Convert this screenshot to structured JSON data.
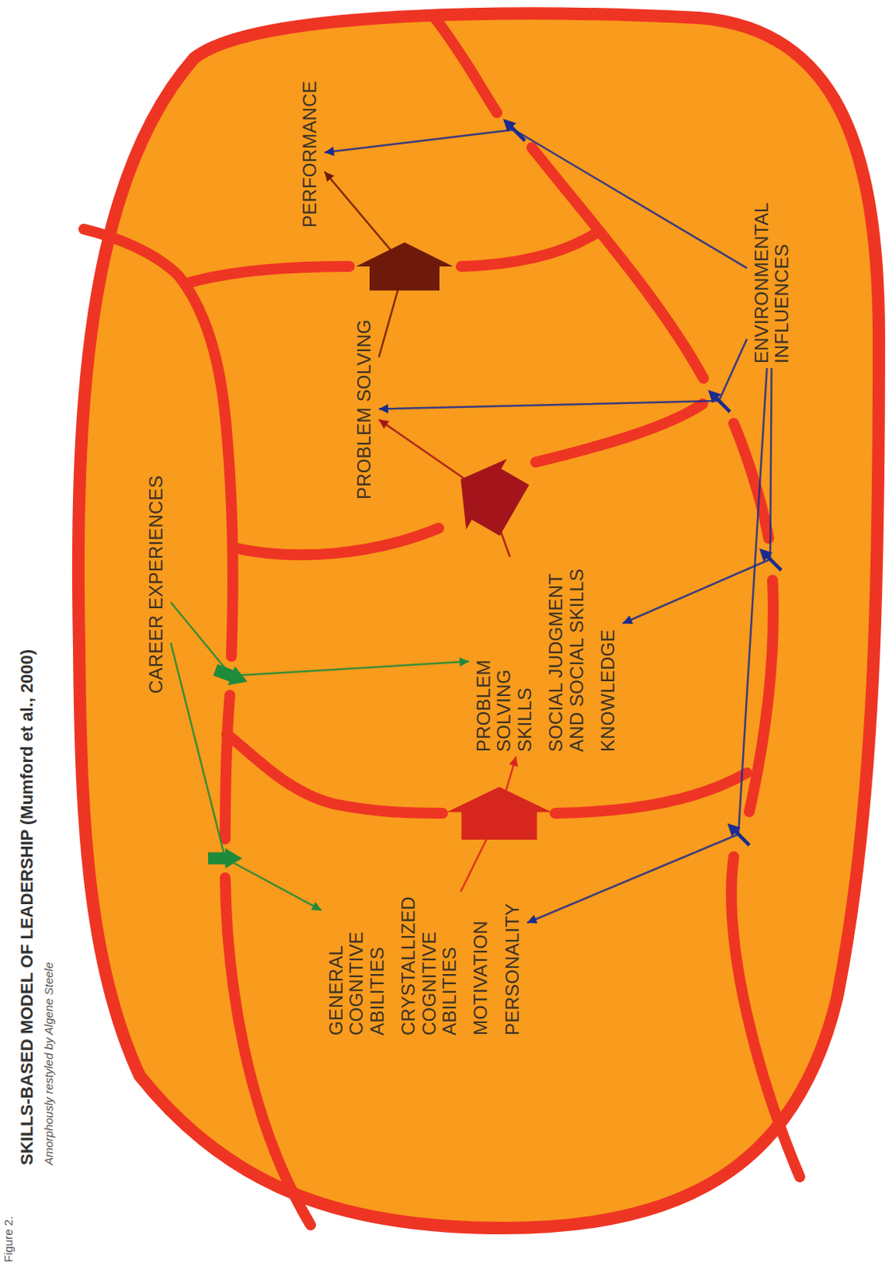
{
  "diagram": {
    "title": "SKILLS-BASED MODEL OF LEADERSHIP (Mumford et al., 2000)",
    "nodes": [
      {
        "text": [
          "CAREER EXPERIENCES"
        ]
      },
      {
        "text": [
          "GENERAL COGNITIVE ABILITIES",
          "CRYSTALLIZED COGNITIVE ABILITIES",
          "MOTIVATION",
          "PERSONALITY"
        ]
      },
      {
        "text": [
          "PROBLEM SOLVING SKILLS",
          "SOCIAL JUDGMENT AND SOCIAL SKILLS",
          "KNOWLEDGE"
        ]
      },
      {
        "text": [
          "PROBLEM SOLVING"
        ]
      },
      {
        "text": [
          "PERFORMANCE"
        ]
      },
      {
        "text": [
          "ENVIRONMENTAL INFLUENCES"
        ]
      }
    ],
    "edges": [
      {
        "from": 0,
        "to": 1,
        "arrow": "to"
      },
      {
        "from": 0,
        "to": 2,
        "arrow": "to"
      },
      {
        "from": 1,
        "to": 2,
        "arrow": "to"
      },
      {
        "from": 2,
        "to": 3,
        "arrow": "to"
      },
      {
        "from": 3,
        "to": 4,
        "arrow": "to"
      },
      {
        "from": 5,
        "to": 4,
        "arrow": "to"
      },
      {
        "from": 5,
        "to": 3,
        "arrow": "to"
      },
      {
        "from": 5,
        "to": 2,
        "arrow": "to"
      },
      {
        "from": 5,
        "to": 1,
        "arrow": "to"
      }
    ],
    "labels": [
      "Figure 2.",
      "Amorphously restyled by Algene Steele"
    ]
  }
}
